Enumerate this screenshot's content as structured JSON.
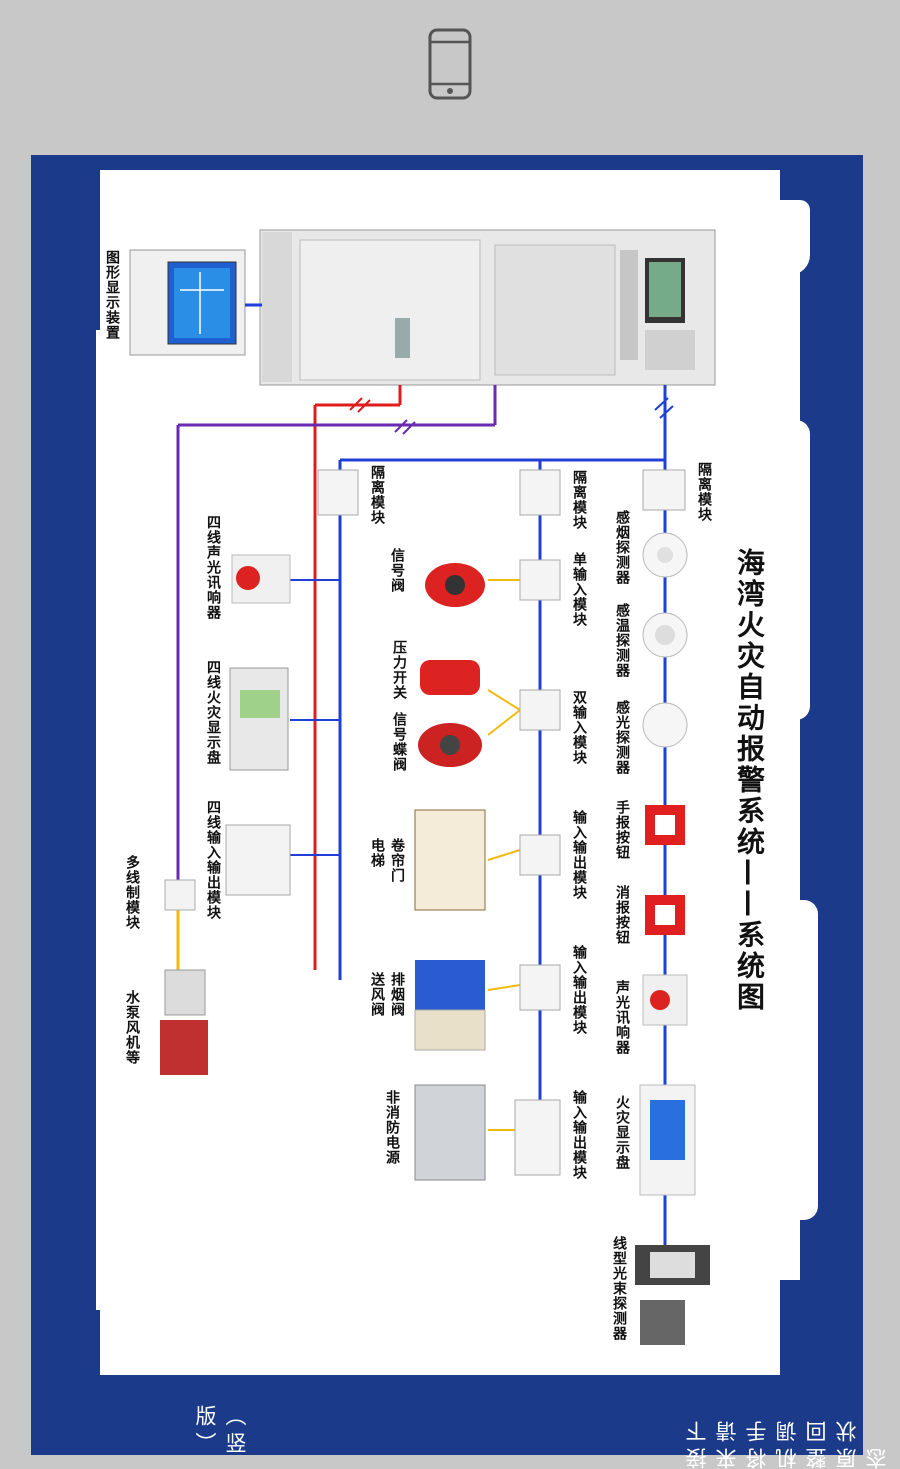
{
  "header": {
    "icon": "phone-icon"
  },
  "title": "海湾火灾自动报警系统——系统图",
  "panel": {
    "name": "图形显示装置"
  },
  "columns": {
    "right": [
      "隔离模块",
      "感烟探测器",
      "感温探测器",
      "感光探测器",
      "手报按钮",
      "消报按钮",
      "声光讯响器",
      "火灾显示盘",
      "线型光束探测器"
    ],
    "module_col": [
      "隔离模块",
      "单输入模块",
      "双输入模块",
      "输入输出模块",
      "输入输出模块",
      "输入输出模块"
    ],
    "device_col": [
      "信号阀",
      "压力开关",
      "信号蝶阀",
      "卷帘门",
      "电梯",
      "排烟阀",
      "送风阀",
      "非消防电源"
    ],
    "left_col": [
      "隔离模块",
      "四线声光讯响器",
      "四线火灾显示盘",
      "四线输入输出模块",
      "多线制模块",
      "水泵风机等"
    ]
  },
  "bottom_note": {
    "line1": "接下来请将手机调整回原状态",
    "line2": "（竖版）"
  },
  "colors": {
    "background": "#c8c8c8",
    "frame": "#1b3b8a",
    "bus_blue": "#1f3fd6",
    "bus_red": "#e01b1b",
    "bus_purple": "#6a2bb0",
    "bus_yellow": "#f2b90f"
  }
}
